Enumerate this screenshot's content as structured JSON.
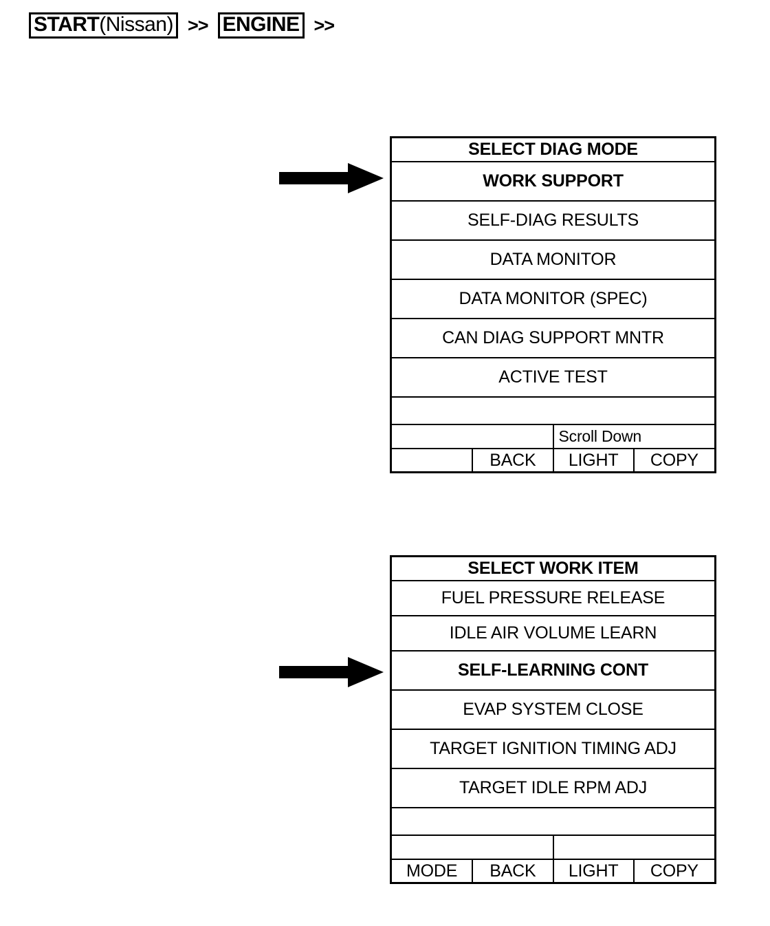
{
  "breadcrumb": {
    "items": [
      {
        "boxed_strong": "START",
        "boxed_normal": "(Nissan)"
      },
      {
        "separator": ">>"
      },
      {
        "boxed_strong": "ENGINE",
        "boxed_normal": ""
      },
      {
        "separator": ">>"
      }
    ],
    "start_label_bold": "START",
    "start_label_normal": "(Nissan)",
    "separator_1": ">>",
    "engine_label": "ENGINE",
    "separator_2": ">>"
  },
  "screens": [
    {
      "id": "select-diag-mode",
      "title": "SELECT DIAG MODE",
      "items": [
        {
          "label": "WORK SUPPORT",
          "selected": true
        },
        {
          "label": "SELF-DIAG RESULTS",
          "selected": false
        },
        {
          "label": "DATA MONITOR",
          "selected": false
        },
        {
          "label": "DATA MONITOR (SPEC)",
          "selected": false
        },
        {
          "label": "CAN DIAG SUPPORT MNTR",
          "selected": false
        },
        {
          "label": "ACTIVE TEST",
          "selected": false
        },
        {
          "label": "",
          "selected": false
        }
      ],
      "scroll_indicator": "Scroll Down",
      "scroll_left_cell": "",
      "keys": [
        "",
        "BACK",
        "LIGHT",
        "COPY"
      ]
    },
    {
      "id": "select-work-item",
      "title": "SELECT WORK ITEM",
      "items": [
        {
          "label": "FUEL PRESSURE RELEASE",
          "selected": false
        },
        {
          "label": "IDLE AIR VOLUME LEARN",
          "selected": false
        },
        {
          "label": "SELF-LEARNING CONT",
          "selected": true
        },
        {
          "label": "EVAP SYSTEM CLOSE",
          "selected": false
        },
        {
          "label": "TARGET IGNITION TIMING ADJ",
          "selected": false
        },
        {
          "label": "TARGET IDLE RPM ADJ",
          "selected": false
        },
        {
          "label": "",
          "selected": false
        }
      ],
      "scroll_indicator": "",
      "scroll_left_cell": "",
      "keys": [
        "MODE",
        "BACK",
        "LIGHT",
        "COPY"
      ]
    }
  ],
  "annotations": [
    {
      "name": "arrow-to-work-support",
      "icon": "right-arrow-icon",
      "points_to": "WORK SUPPORT"
    },
    {
      "name": "arrow-to-self-learning-cont",
      "icon": "right-arrow-icon",
      "points_to": "SELF-LEARNING CONT"
    }
  ],
  "colors": {
    "ink": "#000000",
    "paper": "#ffffff"
  }
}
